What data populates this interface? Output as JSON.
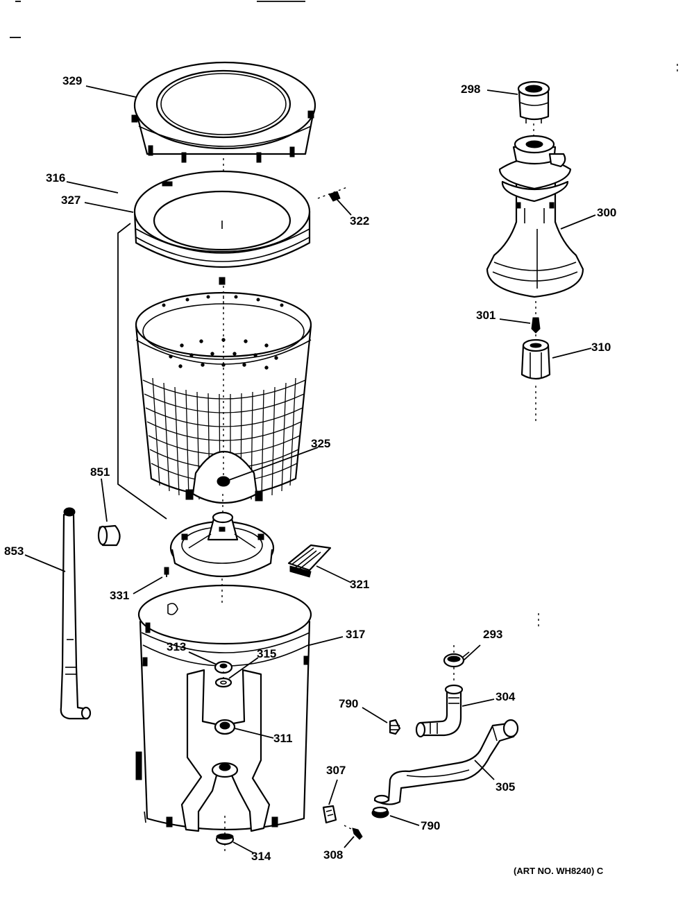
{
  "labels": {
    "p329": "329",
    "p327": "327",
    "p322": "322",
    "p316": "316",
    "p325": "325",
    "p851": "851",
    "p853": "853",
    "p331": "331",
    "p321": "321",
    "p317": "317",
    "p313": "313",
    "p315": "315",
    "p311": "311",
    "p314": "314",
    "p298": "298",
    "p300": "300",
    "p301": "301",
    "p310": "310",
    "p293": "293",
    "p304": "304",
    "p790a": "790",
    "p790b": "790",
    "p305": "305",
    "p307": "307",
    "p308": "308"
  },
  "art_number": "(ART NO. WH8240) C"
}
